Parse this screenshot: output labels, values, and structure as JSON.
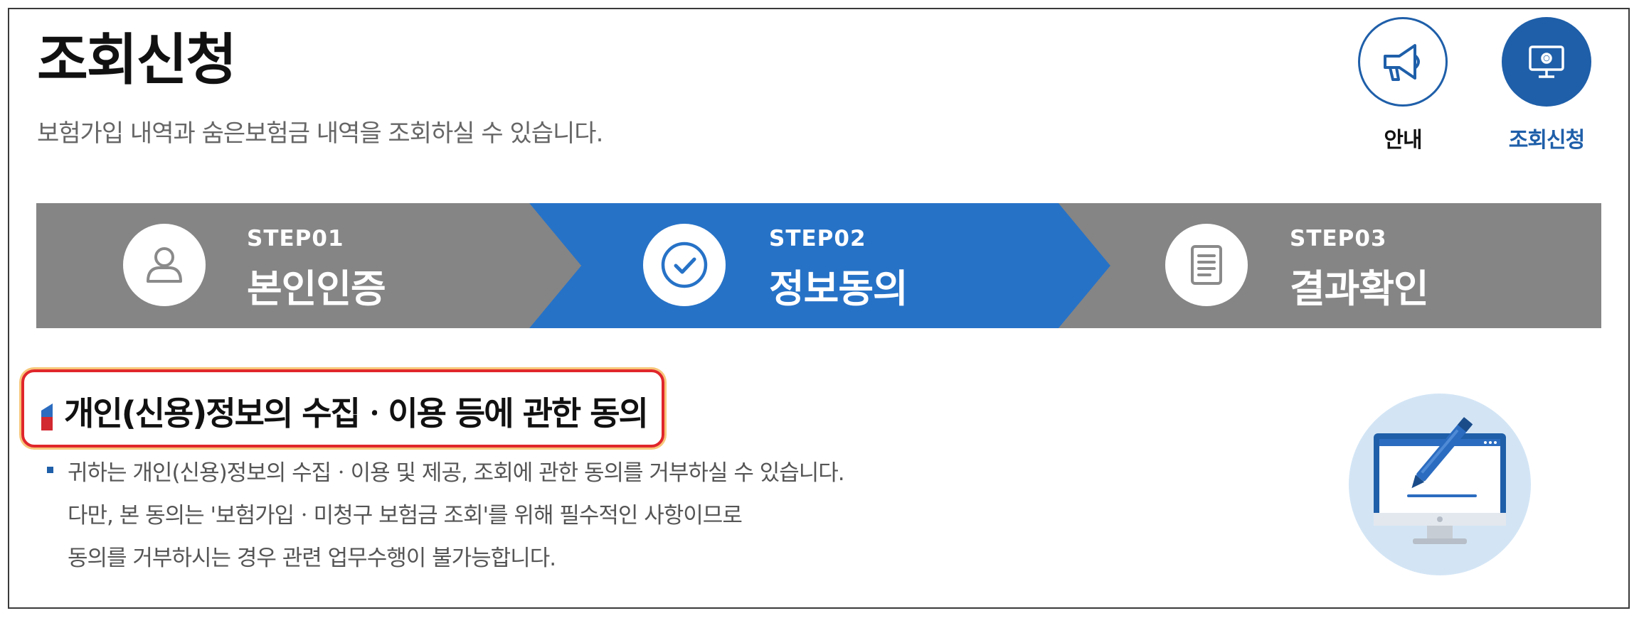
{
  "page": {
    "title": "조회신청",
    "subtitle": "보험가입 내역과 숨은보험금 내역을 조회하실 수 있습니다."
  },
  "quick_menu": {
    "guide_label": "안내",
    "apply_label": "조회신청"
  },
  "steps": [
    {
      "number": "STEP01",
      "label": "본인인증",
      "icon": "person-icon"
    },
    {
      "number": "STEP02",
      "label": "정보동의",
      "icon": "check-circle-icon",
      "active": true
    },
    {
      "number": "STEP03",
      "label": "결과확인",
      "icon": "document-icon"
    }
  ],
  "colors": {
    "active_step": "#2672c7",
    "inactive_step": "#858585",
    "brand_blue": "#1f5fa9",
    "highlight_border": "#e0272b"
  },
  "section": {
    "title": "개인(신용)정보의 수집ㆍ이용 등에 관한 동의",
    "notice_lines": [
      "귀하는 개인(신용)정보의 수집ㆍ이용 및 제공, 조회에 관한 동의를 거부하실 수 있습니다.",
      "다만, 본 동의는 '보험가입ㆍ미청구 보험금 조회'를 위해 필수적인 사항이므로",
      "동의를 거부하시는 경우 관련 업무수행이 불가능합니다."
    ]
  }
}
